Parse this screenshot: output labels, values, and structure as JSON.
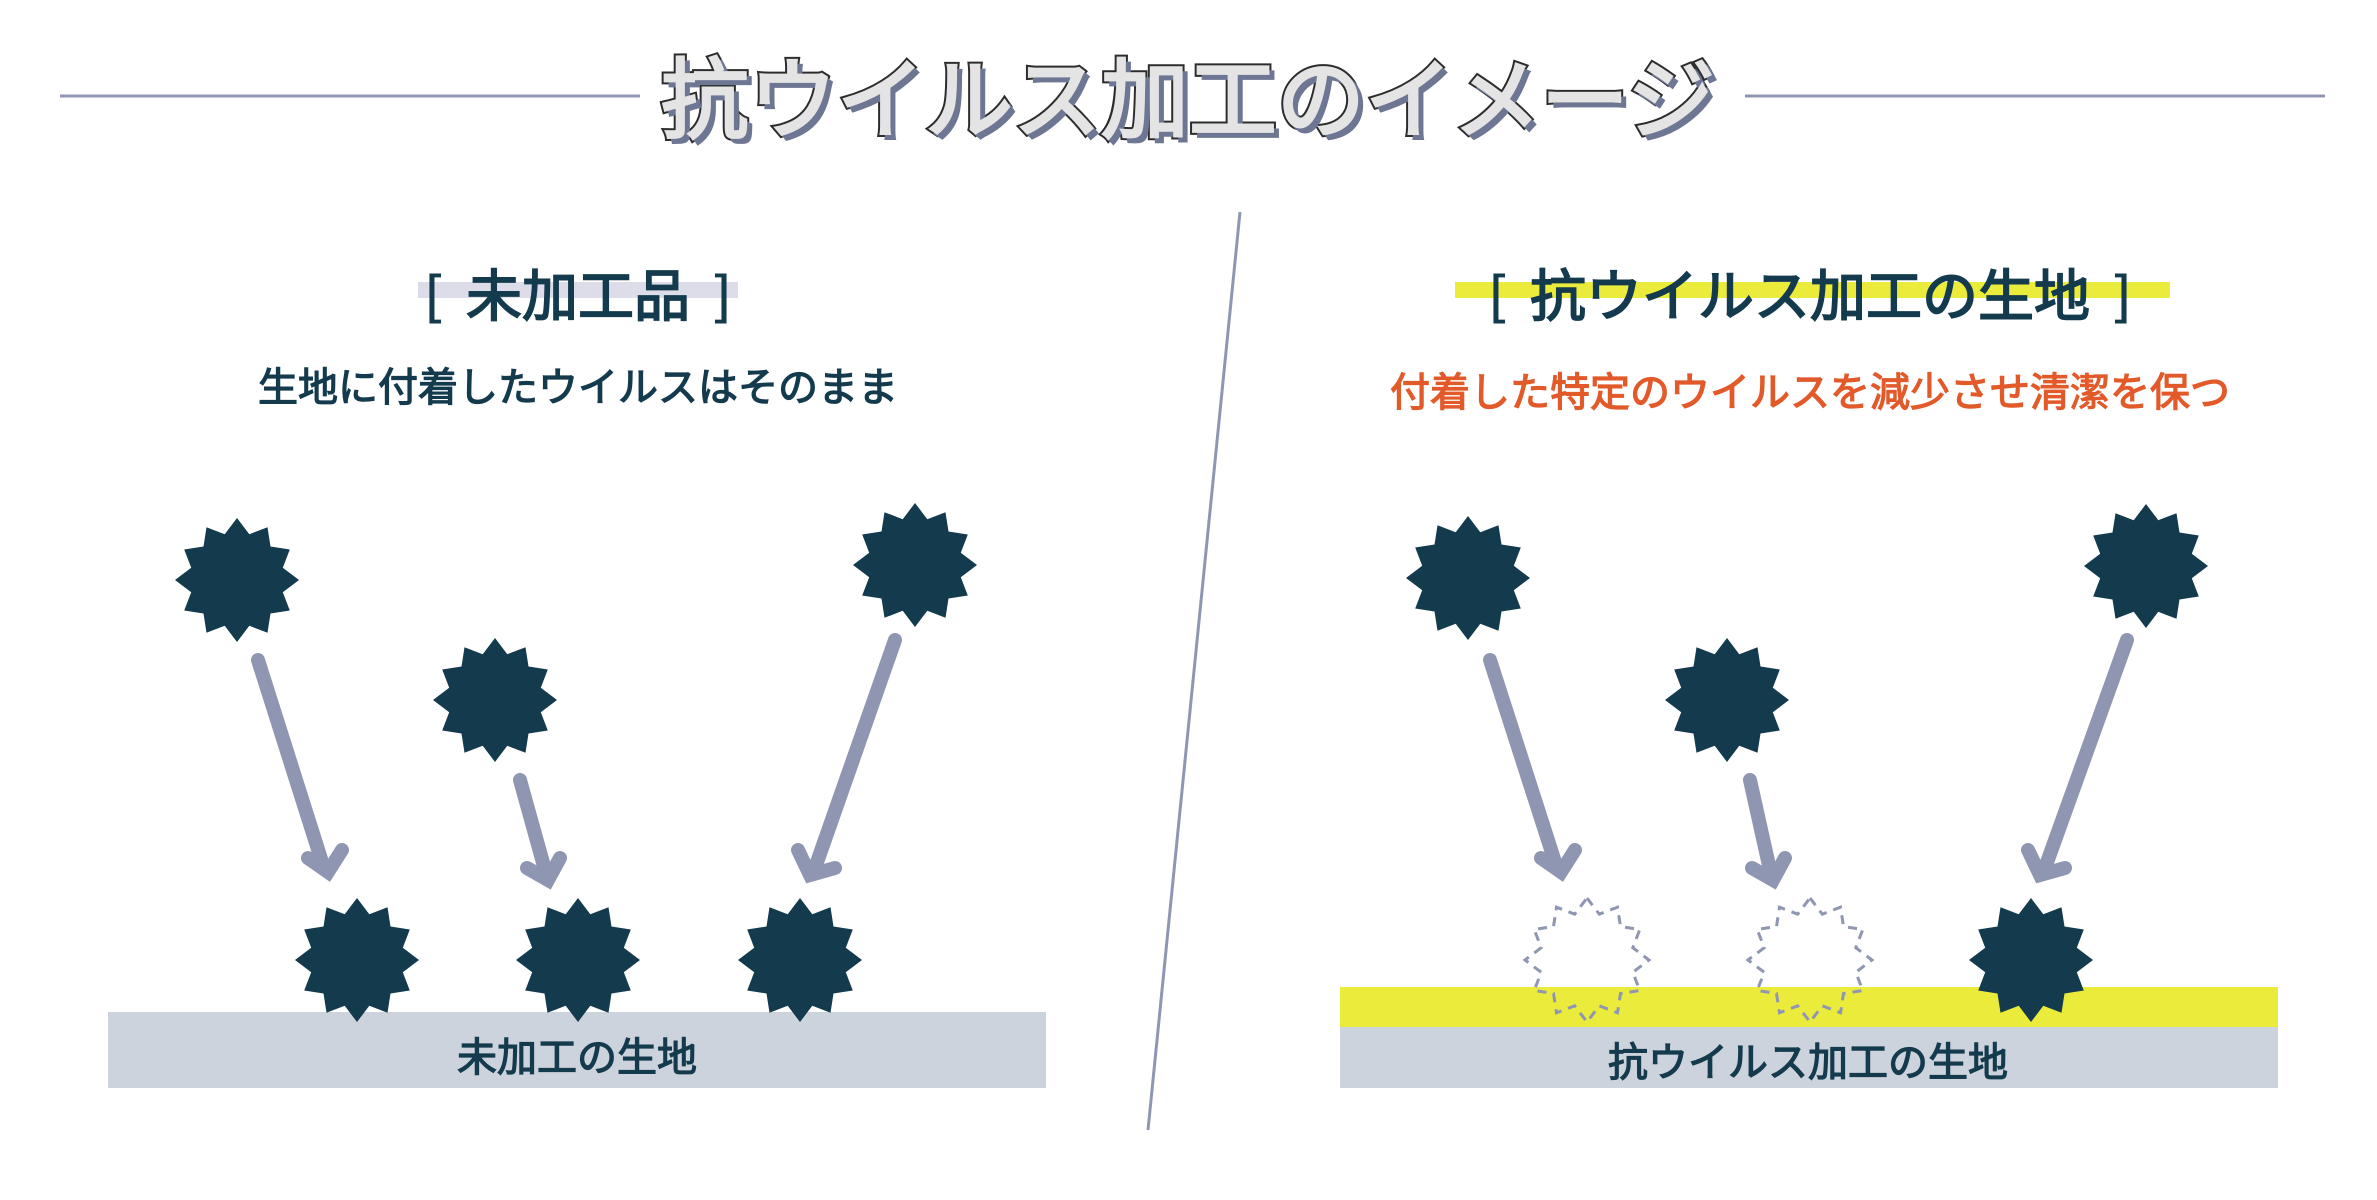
{
  "title": "抗ウイルス加工のイメージ",
  "left_panel": {
    "heading": "未加工品",
    "description": "生地に付着したウイルスはそのまま",
    "fabric_label": "未加工の生地"
  },
  "right_panel": {
    "heading": "抗ウイルス加工の生地",
    "description": "付着した特定のウイルスを減少させ清潔を保つ",
    "fabric_label": "抗ウイルス加工の生地"
  },
  "bracket_open": "[",
  "bracket_close": "]",
  "colors": {
    "virus": "#133a4d",
    "arrow": "#8f96b2",
    "fabric": "#cdd3dd",
    "coating": "#ebeb3c",
    "accent_text": "#e2592a",
    "heading_text": "#133a4d",
    "divider": "#8f96b2"
  },
  "icons": [
    "virus-icon",
    "dashed-virus-icon",
    "arrow-icon"
  ]
}
